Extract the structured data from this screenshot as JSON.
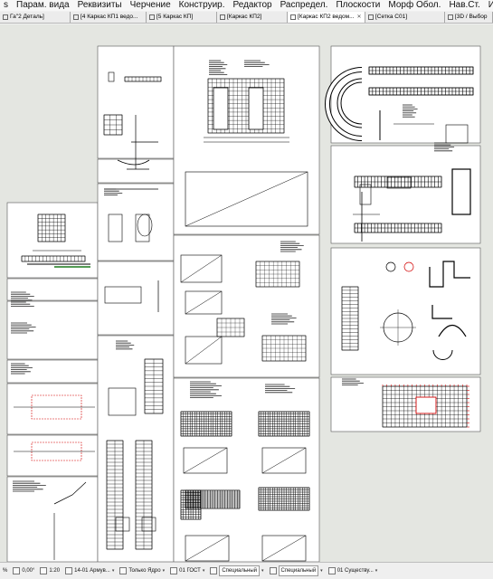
{
  "menubar": {
    "items": [
      "s",
      "Парам. вида",
      "Реквизиты",
      "Черчение",
      "Конструир.",
      "Редактор",
      "Распредел.",
      "Плоскости",
      "Морф Обол.",
      "Нав.Ст.",
      "Изображ"
    ]
  },
  "tabs": [
    {
      "label": "Га\"2 Деталь]"
    },
    {
      "label": "[4 Каркас КП1 ведо..."
    },
    {
      "label": "[5 Каркас КП]"
    },
    {
      "label": "[Каркас КП2]"
    },
    {
      "label": "[Каркас КП2 ведом..."
    },
    {
      "label": "[Сетка С01]"
    },
    {
      "label": "[3D / Выбор"
    }
  ],
  "statusbar": {
    "percent": "%",
    "angle": "0,00°",
    "scale": "1:20",
    "layer_combo": "14-01 Армув...",
    "model_filter": "Только Ядро",
    "standard": "01 ГОСТ",
    "mode1": "Специальный",
    "mode2": "Специальный",
    "existing": "01 Существу..."
  },
  "colors": {
    "canvas_bg": "#e4e6e1",
    "sheet_bg": "#ffffff",
    "line": "#000000",
    "accent_red": "#d20000",
    "accent_green": "#1c7a1c"
  }
}
